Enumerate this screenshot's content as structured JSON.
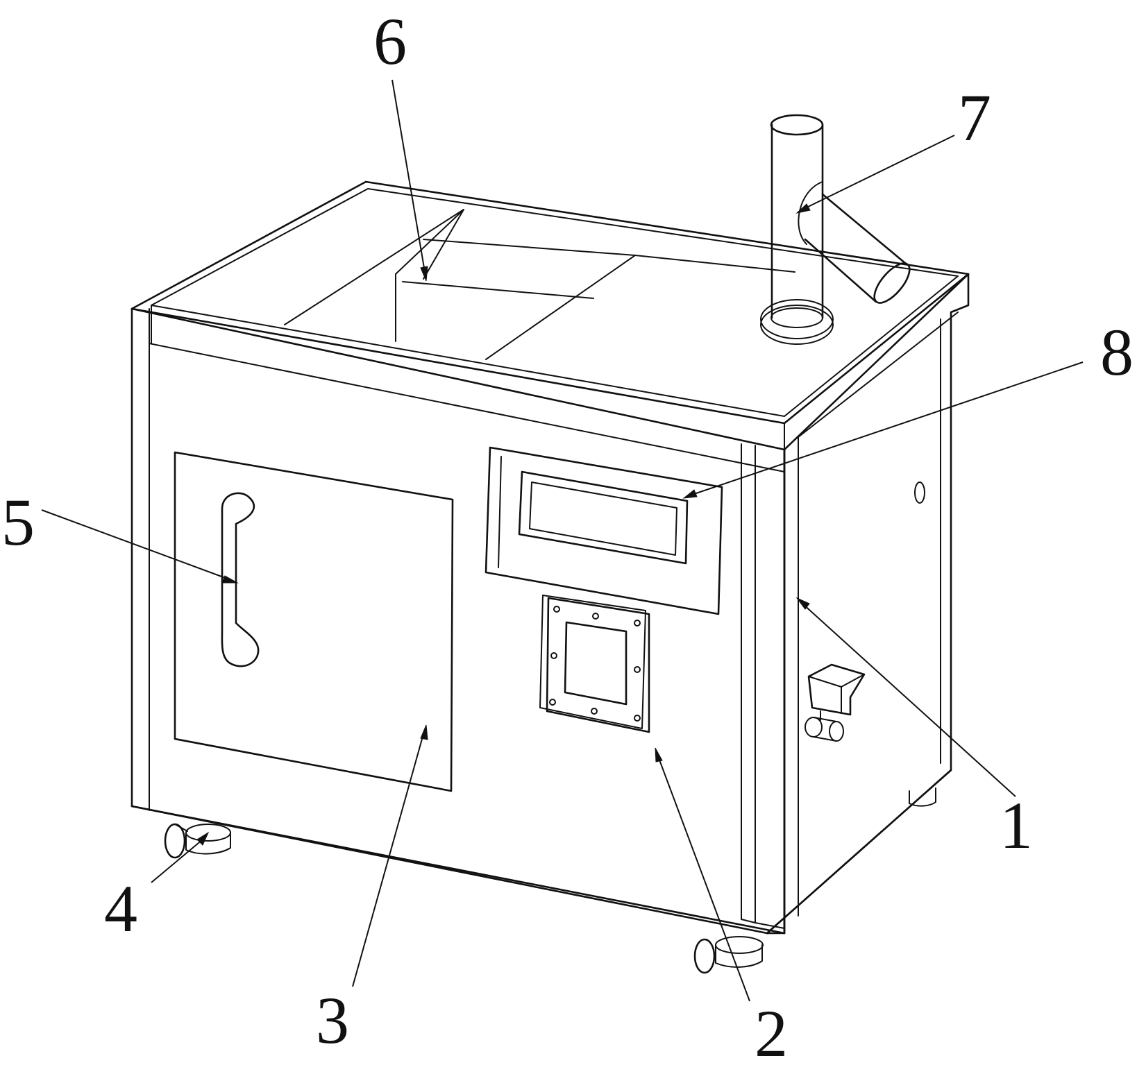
{
  "figure": {
    "colors": {
      "line": "#111111",
      "background": "#ffffff"
    },
    "callouts": [
      {
        "id": "1",
        "label": "1"
      },
      {
        "id": "2",
        "label": "2"
      },
      {
        "id": "3",
        "label": "3"
      },
      {
        "id": "4",
        "label": "4"
      },
      {
        "id": "5",
        "label": "5"
      },
      {
        "id": "6",
        "label": "6"
      },
      {
        "id": "7",
        "label": "7"
      },
      {
        "id": "8",
        "label": "8"
      }
    ]
  }
}
